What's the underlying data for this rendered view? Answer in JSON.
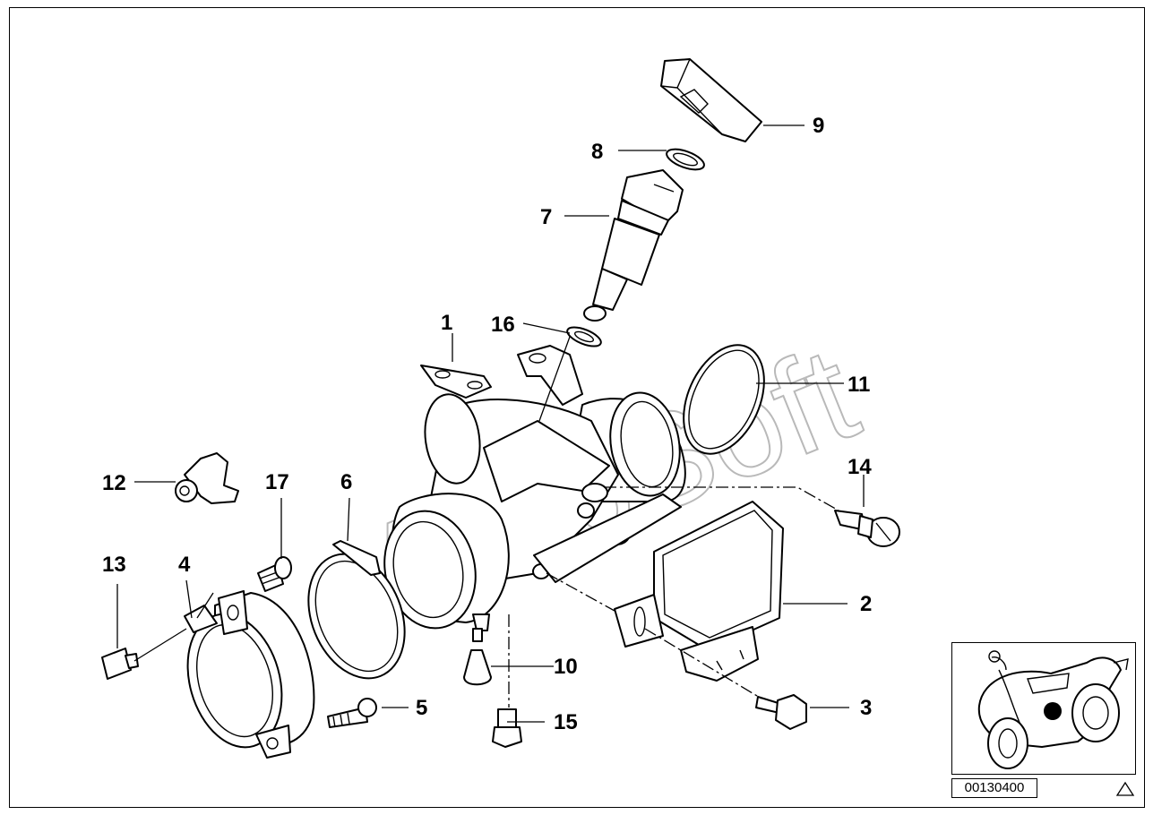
{
  "diagram": {
    "watermark": "AutoSoft",
    "reference_code": "00130400",
    "icons": [
      "motorcycle-locator-icon",
      "warning-triangle-icon"
    ],
    "callouts": [
      {
        "id": "c1",
        "label": "1"
      },
      {
        "id": "c2",
        "label": "2"
      },
      {
        "id": "c3",
        "label": "3"
      },
      {
        "id": "c4",
        "label": "4"
      },
      {
        "id": "c5",
        "label": "5"
      },
      {
        "id": "c6",
        "label": "6"
      },
      {
        "id": "c7",
        "label": "7"
      },
      {
        "id": "c8",
        "label": "8"
      },
      {
        "id": "c9",
        "label": "9"
      },
      {
        "id": "c10",
        "label": "10"
      },
      {
        "id": "c11",
        "label": "11"
      },
      {
        "id": "c12",
        "label": "12"
      },
      {
        "id": "c13",
        "label": "13"
      },
      {
        "id": "c14",
        "label": "14"
      },
      {
        "id": "c15",
        "label": "15"
      },
      {
        "id": "c16",
        "label": "16"
      },
      {
        "id": "c17",
        "label": "17"
      }
    ]
  }
}
